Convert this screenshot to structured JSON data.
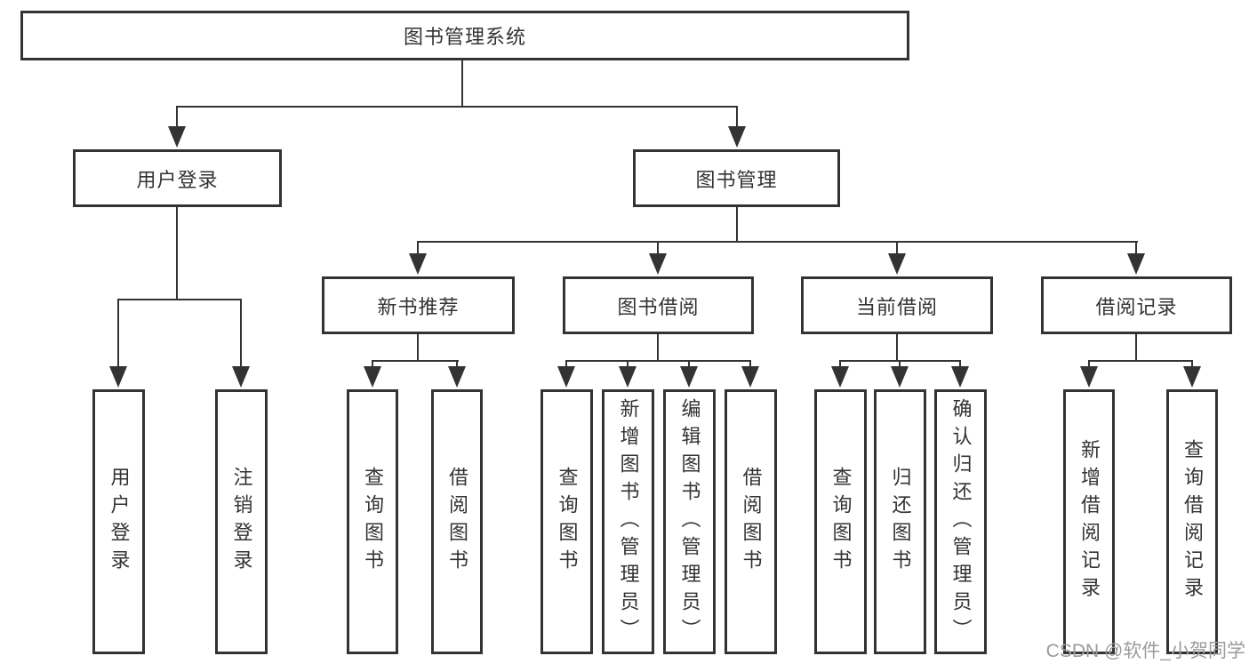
{
  "diagram": {
    "tree": {
      "root": "图书管理系统",
      "children": [
        {
          "label": "用户登录",
          "children": [
            {
              "label": "用户登录"
            },
            {
              "label": "注销登录"
            }
          ]
        },
        {
          "label": "图书管理",
          "children": [
            {
              "label": "新书推荐",
              "children": [
                {
                  "label": "查询图书"
                },
                {
                  "label": "借阅图书"
                }
              ]
            },
            {
              "label": "图书借阅",
              "children": [
                {
                  "label": "查询图书"
                },
                {
                  "label": "新增图书（管理员）"
                },
                {
                  "label": "编辑图书（管理员）"
                },
                {
                  "label": "借阅图书"
                }
              ]
            },
            {
              "label": "当前借阅",
              "children": [
                {
                  "label": "查询图书"
                },
                {
                  "label": "归还图书"
                },
                {
                  "label": "确认归还（管理员）"
                }
              ]
            },
            {
              "label": "借阅记录",
              "children": [
                {
                  "label": "新增借阅记录"
                },
                {
                  "label": "查询借阅记录"
                }
              ]
            }
          ]
        }
      ]
    },
    "colors": {
      "line": "#333333",
      "text": "#333333",
      "background": "#ffffff",
      "watermark_gray": "#9b9b9b"
    }
  },
  "watermark": {
    "text": "CSDN @软件_小贺同学"
  }
}
